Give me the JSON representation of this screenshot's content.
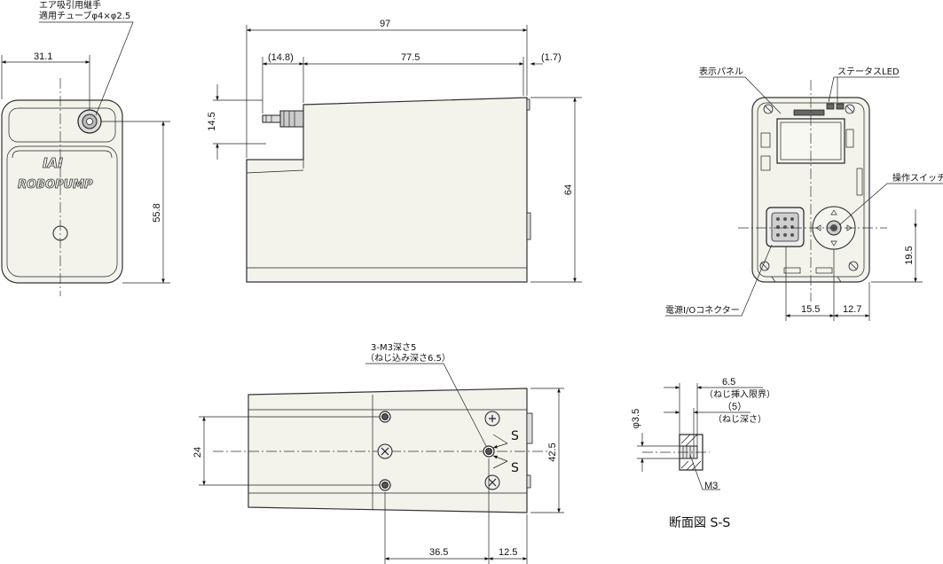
{
  "callouts": {
    "air_intake_line1": "エア吸引用継手",
    "air_intake_line2": "適用チューブφ4×φ2.5",
    "display_panel": "表示パネル",
    "status_led": "ステータスLED",
    "op_switch": "操作スイッチ",
    "power_io": "電源I/Oコネクター",
    "m3_hole_line1": "3-M3深さ5",
    "m3_hole_line2": "（ねじ込み深さ6.5）",
    "section_insert_line1": "6.5",
    "section_insert_line2": "（ねじ挿入限界）",
    "section_depth_line1": "（5）",
    "section_depth_line2": "（ねじ深さ）",
    "section_thread": "M3",
    "section_title": "断面図 S-S",
    "section_mark": "S"
  },
  "brand": {
    "logo": "IAI",
    "product": "ROBOPUMP"
  },
  "dimensions": {
    "front_width": "31.1",
    "front_height": "55.8",
    "side_total_length": "97",
    "side_fitting": "(14.8)",
    "side_body": "77.5",
    "side_flange": "(1.7)",
    "side_fitting_height": "14.5",
    "side_height": "64",
    "rear_conn_offset": "15.5",
    "rear_edge_offset": "12.7",
    "rear_switch_height": "19.5",
    "bottom_hole_pitch": "24",
    "bottom_width": "42.5",
    "bottom_hole_x": "36.5",
    "bottom_hole_end": "12.5",
    "section_dia": "φ3.5"
  },
  "colors": {
    "body_fill": "#f3f3ec",
    "line": "#222222"
  }
}
